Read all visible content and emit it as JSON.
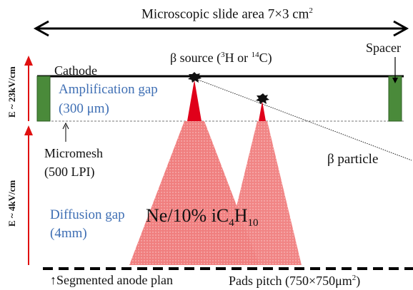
{
  "title": {
    "text": "Microscopic slide area 7×3 cm",
    "sup": "2"
  },
  "labels": {
    "cathode": "Cathode",
    "spacer": "Spacer",
    "amplification_gap": "Amplification gap",
    "amplification_gap_size": "(300 μm)",
    "micromesh": "Micromesh",
    "micromesh_lpi": "(500 LPI)",
    "beta_particle": "β particle",
    "diffusion_gap": "Diffusion gap",
    "diffusion_gap_size": "(4mm)",
    "segmented_anode": "Segmented anode plan",
    "segmented_anode_arrow": "↑"
  },
  "beta_source": {
    "prefix": "β source (",
    "sup1": "3",
    "mid": "H or ",
    "sup2": "14",
    "suffix": "C)"
  },
  "gas": {
    "prefix": "Ne/10% iC",
    "sub1": "4",
    "mid": "H",
    "sub2": "10"
  },
  "pads": {
    "prefix": "Pads pitch (750×750μm",
    "sup": "2",
    "suffix": ")"
  },
  "fields": {
    "amplification": "E ~ 23kV/cm",
    "diffusion": "E ~ 4kV/cm"
  },
  "colors": {
    "cone_fill": "#f08a8a",
    "cone_tip": "#e0001a",
    "spacer": "#4a8a3a",
    "label_blue": "#3f6fb4",
    "field_arrow": "#e01010"
  }
}
